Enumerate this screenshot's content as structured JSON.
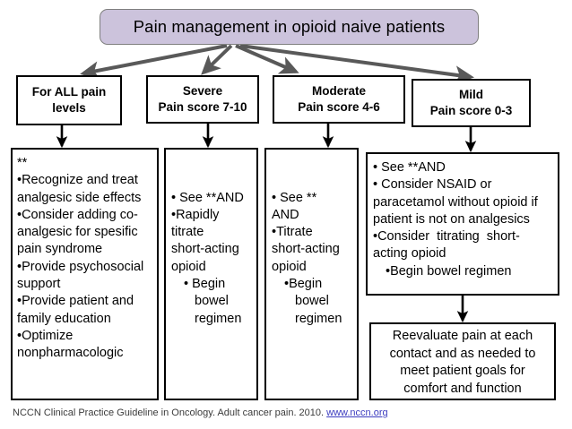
{
  "title": {
    "text": "Pain management in opioid naive patients",
    "fill_color": "#ccc3dc",
    "border_color": "#7f7f7f"
  },
  "columns": [
    {
      "header_line1": "For ALL pain",
      "header_line2": "levels",
      "body_lines": [
        {
          "text": "**",
          "indent": 0
        },
        {
          "text": "•Recognize and treat",
          "indent": 0
        },
        {
          "text": "analgesic side effects",
          "indent": 0
        },
        {
          "text": "•Consider adding co-",
          "indent": 0
        },
        {
          "text": "analgesic for spesific",
          "indent": 0
        },
        {
          "text": "pain syndrome",
          "indent": 0
        },
        {
          "text": "•Provide psychosocial",
          "indent": 0
        },
        {
          "text": "support",
          "indent": 0
        },
        {
          "text": "•Provide patient and",
          "indent": 0
        },
        {
          "text": "family education",
          "indent": 0
        },
        {
          "text": "•Optimize",
          "indent": 0
        },
        {
          "text": "nonpharmacologic",
          "indent": 0
        }
      ]
    },
    {
      "header_line1": "Severe",
      "header_line2": "Pain score 7-10",
      "body_lines": [
        {
          "text": "",
          "indent": 0
        },
        {
          "text": "",
          "indent": 0
        },
        {
          "text": "• See **AND",
          "indent": 0
        },
        {
          "text": "•Rapidly",
          "indent": 0
        },
        {
          "text": "titrate",
          "indent": 0
        },
        {
          "text": "short-acting",
          "indent": 0
        },
        {
          "text": "opioid",
          "indent": 0
        },
        {
          "text": "• Begin",
          "indent": 1
        },
        {
          "text": "bowel",
          "indent": 2
        },
        {
          "text": "regimen",
          "indent": 2
        }
      ]
    },
    {
      "header_line1": "Moderate",
      "header_line2": "Pain score 4-6",
      "body_lines": [
        {
          "text": "",
          "indent": 0
        },
        {
          "text": "",
          "indent": 0
        },
        {
          "text": "• See **",
          "indent": 0
        },
        {
          "text": "AND",
          "indent": 0
        },
        {
          "text": "•Titrate",
          "indent": 0
        },
        {
          "text": "short-acting",
          "indent": 0
        },
        {
          "text": "opioid",
          "indent": 0
        },
        {
          "text": "•Begin",
          "indent": 1
        },
        {
          "text": "bowel",
          "indent": 2
        },
        {
          "text": "regimen",
          "indent": 2
        }
      ]
    },
    {
      "header_line1": "Mild",
      "header_line2": "Pain score 0-3",
      "body_lines": [
        {
          "text": "• See **AND",
          "indent": 0
        },
        {
          "text": "• Consider NSAID or",
          "indent": 0
        },
        {
          "text": "paracetamol without opioid if",
          "indent": 0
        },
        {
          "text": "patient is not on analgesics",
          "indent": 0
        },
        {
          "text": "•Consider  titrating  short-",
          "indent": 0
        },
        {
          "text": "acting opioid",
          "indent": 0
        },
        {
          "text": "•Begin bowel regimen",
          "indent": 1
        }
      ]
    }
  ],
  "reevaluate_box": {
    "lines": [
      "Reevaluate pain at each",
      "contact and as needed to",
      "meet patient goals for",
      "comfort and function"
    ]
  },
  "footer": {
    "citation": "NCCN Clinical Practice Guideline in Oncology. Adult cancer pain. 2010. ",
    "url": "www.nccn.org",
    "url_color": "#3b3bbf"
  },
  "arrows": {
    "fan_color": "#595959",
    "drop_color": "#000000"
  }
}
